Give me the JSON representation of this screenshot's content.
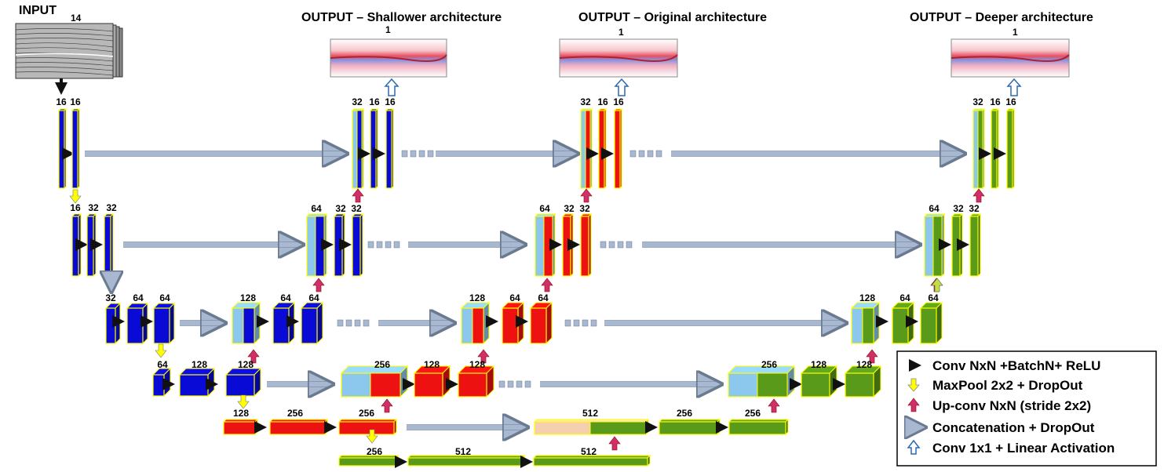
{
  "titles": {
    "input": "INPUT",
    "input_channels": "14",
    "out_shallow": "OUTPUT – Shallower architecture",
    "out_original": "OUTPUT – Original architecture",
    "out_deeper": "OUTPUT – Deeper architecture",
    "out_channels": "1"
  },
  "colors": {
    "encoder": "#0a0ad6",
    "shallow_decoder": "#0a0ad6",
    "original_decoder": "#ee1111",
    "deeper_decoder": "#5a9a1a",
    "concat_block": "#8cc8ee",
    "bottleneck_concat": "#f5d0b0",
    "block_border": "#ffff00",
    "concat_arrow": "#a8b8d0",
    "upconv_arrow": "#d0306a",
    "maxpool_arrow": "#ffff00"
  },
  "legend": [
    {
      "icon": "conv-arrow-icon",
      "label": "Conv NxN +BatchN+ ReLU"
    },
    {
      "icon": "maxpool-arrow-icon",
      "label": "MaxPool 2x2 + DropOut"
    },
    {
      "icon": "upconv-arrow-icon",
      "label": "Up-conv NxN (stride 2x2)"
    },
    {
      "icon": "concat-arrow-icon",
      "label": "Concatenation + DropOut"
    },
    {
      "icon": "conv1x1-arrow-icon",
      "label": "Conv 1x1 + Linear Activation"
    }
  ],
  "labels": {
    "enc1": [
      "16",
      "16"
    ],
    "enc2": [
      "16",
      "32",
      "32"
    ],
    "enc3": [
      "32",
      "64",
      "64"
    ],
    "enc4": [
      "64",
      "128",
      "128"
    ],
    "enc5": [
      "128",
      "256",
      "256"
    ],
    "enc6": [
      "256",
      "512",
      "512"
    ],
    "dec_l1": [
      "32",
      "16",
      "16"
    ],
    "dec_l2": [
      "64",
      "32",
      "32"
    ],
    "dec_l3": [
      "128",
      "64",
      "64"
    ],
    "dec_l4": [
      "256",
      "128",
      "128"
    ],
    "dec_deep_bottom": [
      "512",
      "256",
      "256"
    ]
  }
}
